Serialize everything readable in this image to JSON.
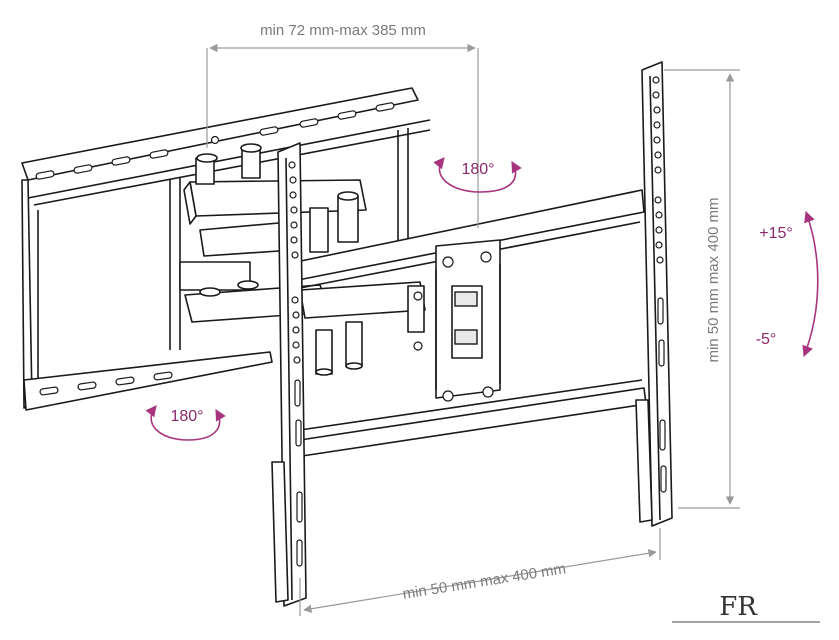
{
  "dimensions": {
    "arm_extension": "min 72 mm-max 385 mm",
    "vertical_vesa": "min 50 mm max 400 mm",
    "horizontal_vesa": "min 50 mm max 400 mm"
  },
  "rotations": {
    "top_swivel": "180°",
    "bottom_swivel": "180°",
    "tilt_up": "+15°",
    "tilt_down": "-5°"
  },
  "colors": {
    "accent": "#a8347f",
    "dimension": "#9a9a9a",
    "outline": "#1a1a1a"
  },
  "logo": {
    "letters": "FR"
  }
}
